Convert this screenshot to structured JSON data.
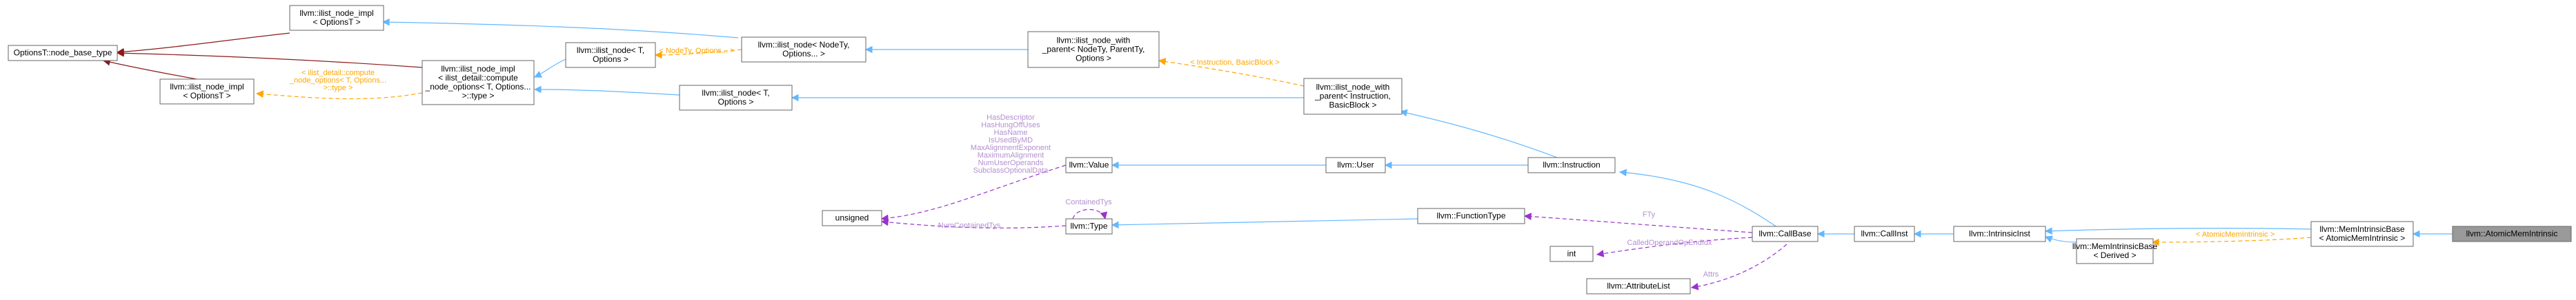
{
  "nodes": [
    {
      "id": "options_base",
      "lines": [
        "OptionsT::node_base_type"
      ]
    },
    {
      "id": "impl_top",
      "lines": [
        "llvm::ilist_node_impl",
        "< OptionsT >"
      ]
    },
    {
      "id": "impl_bottom",
      "lines": [
        "llvm::ilist_node_impl",
        "< OptionsT >"
      ]
    },
    {
      "id": "impl_compute",
      "lines": [
        "llvm::ilist_node_impl",
        "< ilist_detail::compute",
        "_node_options< T, Options...",
        ">::type >"
      ]
    },
    {
      "id": "ilist_node_T_a",
      "lines": [
        "llvm::ilist_node< T,",
        "Options >"
      ]
    },
    {
      "id": "ilist_node_NodeTy",
      "lines": [
        "llvm::ilist_node< NodeTy,",
        "Options... >"
      ]
    },
    {
      "id": "ilist_node_T_b",
      "lines": [
        "llvm::ilist_node< T,",
        "Options >"
      ]
    },
    {
      "id": "with_parent_generic",
      "lines": [
        "llvm::ilist_node_with",
        "_parent< NodeTy, ParentTy,",
        "Options >"
      ]
    },
    {
      "id": "with_parent_instr",
      "lines": [
        "llvm::ilist_node_with",
        "_parent< Instruction,",
        "BasicBlock >"
      ]
    },
    {
      "id": "unsigned",
      "lines": [
        "unsigned"
      ]
    },
    {
      "id": "value",
      "lines": [
        "llvm::Value"
      ]
    },
    {
      "id": "type",
      "lines": [
        "llvm::Type"
      ]
    },
    {
      "id": "user",
      "lines": [
        "llvm::User"
      ]
    },
    {
      "id": "instruction",
      "lines": [
        "llvm::Instruction"
      ]
    },
    {
      "id": "function_type",
      "lines": [
        "llvm::FunctionType"
      ]
    },
    {
      "id": "int",
      "lines": [
        "int"
      ]
    },
    {
      "id": "attribute_list",
      "lines": [
        "llvm::AttributeList"
      ]
    },
    {
      "id": "call_base",
      "lines": [
        "llvm::CallBase"
      ]
    },
    {
      "id": "call_inst",
      "lines": [
        "llvm::CallInst"
      ]
    },
    {
      "id": "intrinsic_inst",
      "lines": [
        "llvm::IntrinsicInst"
      ]
    },
    {
      "id": "mem_base_derived",
      "lines": [
        "llvm::MemIntrinsicBase",
        "< Derived >"
      ]
    },
    {
      "id": "mem_base_atomic",
      "lines": [
        "llvm::MemIntrinsicBase",
        "< AtomicMemIntrinsic >"
      ]
    },
    {
      "id": "atomic_mem",
      "lines": [
        "llvm::AtomicMemIntrinsic"
      ]
    }
  ],
  "edge_labels": {
    "compute_options": [
      "< ilist_detail::compute",
      "_node_options< T, Options...",
      ">::type >"
    ],
    "nodety_options": [
      "< NodeTy, Options... >"
    ],
    "instruction_basicblock": [
      "< Instruction, BasicBlock >"
    ],
    "value_members": [
      "HasDescriptor",
      "HasHungOffUses",
      "HasName",
      "IsUsedByMD",
      "MaxAlignmentExponent",
      "MaximumAlignment",
      "NumUserOperands",
      "SubclassOptionalData"
    ],
    "contained_tys": [
      "ContainedTys"
    ],
    "num_contained_tys": [
      "NumContainedTys"
    ],
    "fty": [
      "FTy"
    ],
    "called_operand_opt": [
      "CalledOperandOpEndIdx"
    ],
    "attrs": [
      "Attrs"
    ],
    "atomic_mem_intrinsic": [
      "< AtomicMemIntrinsic >"
    ]
  }
}
